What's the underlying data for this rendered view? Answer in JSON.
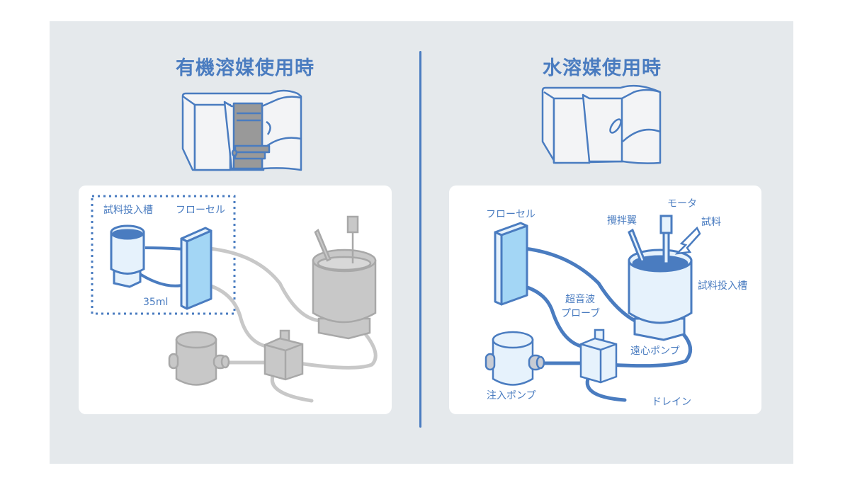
{
  "colors": {
    "accent": "#4a7cc0",
    "background": "#e5e9ec",
    "panel": "#ffffff",
    "liquid_light": "#e6f2fc",
    "flowcell_fill": "#a3d6f5",
    "inactive_gray": "#c8c8c8",
    "inactive_stroke": "#a8a8a8"
  },
  "left": {
    "title": "有機溶媒使用時",
    "labels": {
      "sample_tank": "試料投入槽",
      "flow_cell": "フローセル",
      "volume": "35ml"
    }
  },
  "right": {
    "title": "水溶媒使用時",
    "labels": {
      "flow_cell": "フローセル",
      "stirrer": "攪拌翼",
      "motor": "モータ",
      "sample": "試料",
      "sample_tank": "試料投入槽",
      "ultrasonic_line1": "超音波",
      "ultrasonic_line2": "プローブ",
      "centrifugal_pump": "遠心ポンプ",
      "injection_pump": "注入ポンプ",
      "drain": "ドレイン"
    }
  }
}
